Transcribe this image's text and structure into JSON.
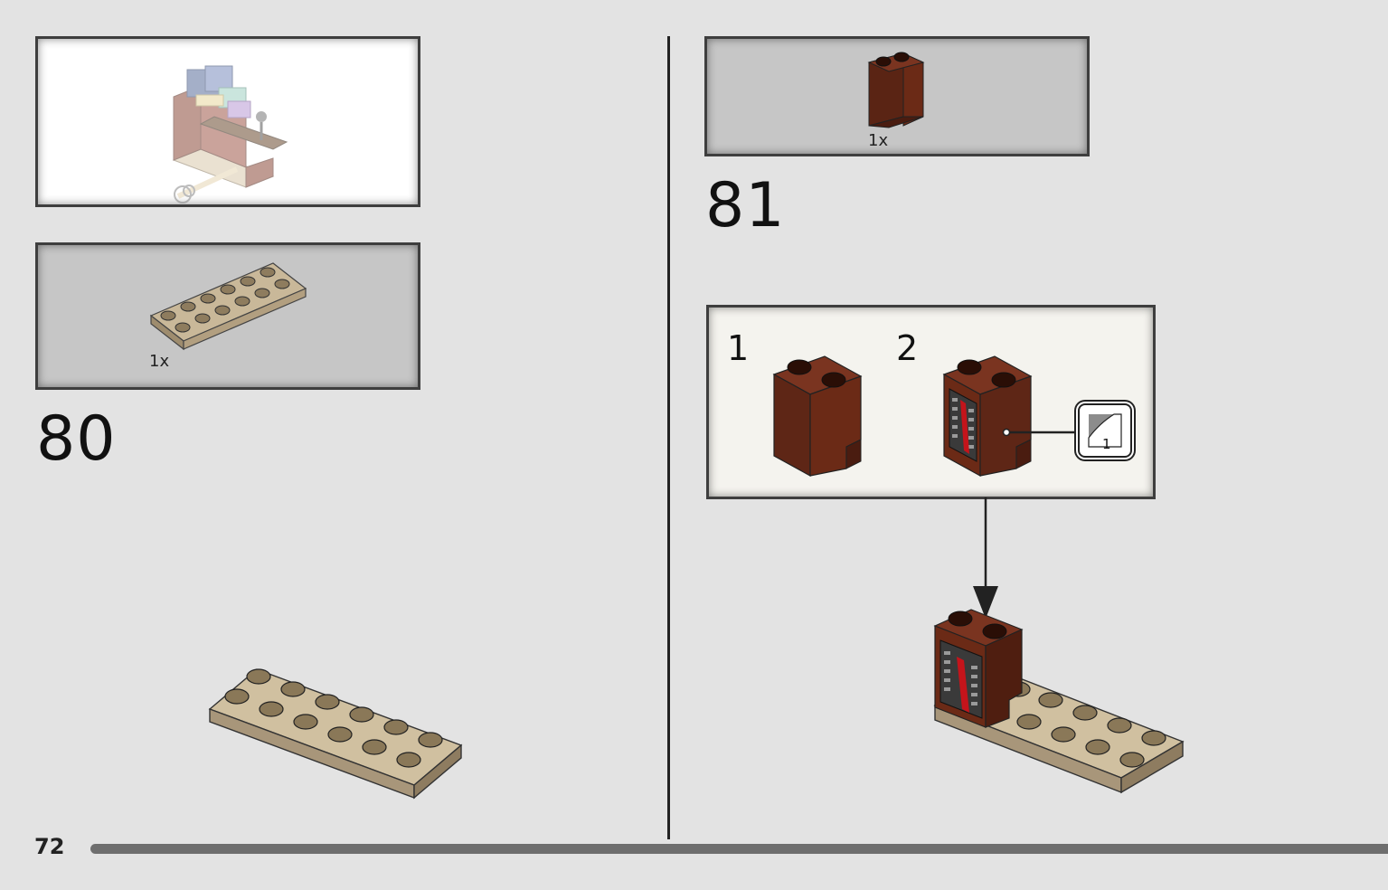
{
  "steps": [
    {
      "number": "80",
      "parts": [
        {
          "qty": "1x"
        }
      ]
    },
    {
      "number": "81",
      "parts": [
        {
          "qty": "1x"
        }
      ],
      "substeps": [
        "1",
        "2"
      ],
      "sticker_label": "1"
    }
  ],
  "page_number": "72",
  "colors": {
    "background": "#e3e3e3",
    "reddish_brown": "#6b2a16",
    "dark_tan": "#b5a48a",
    "trans_red": "#c4141b"
  }
}
